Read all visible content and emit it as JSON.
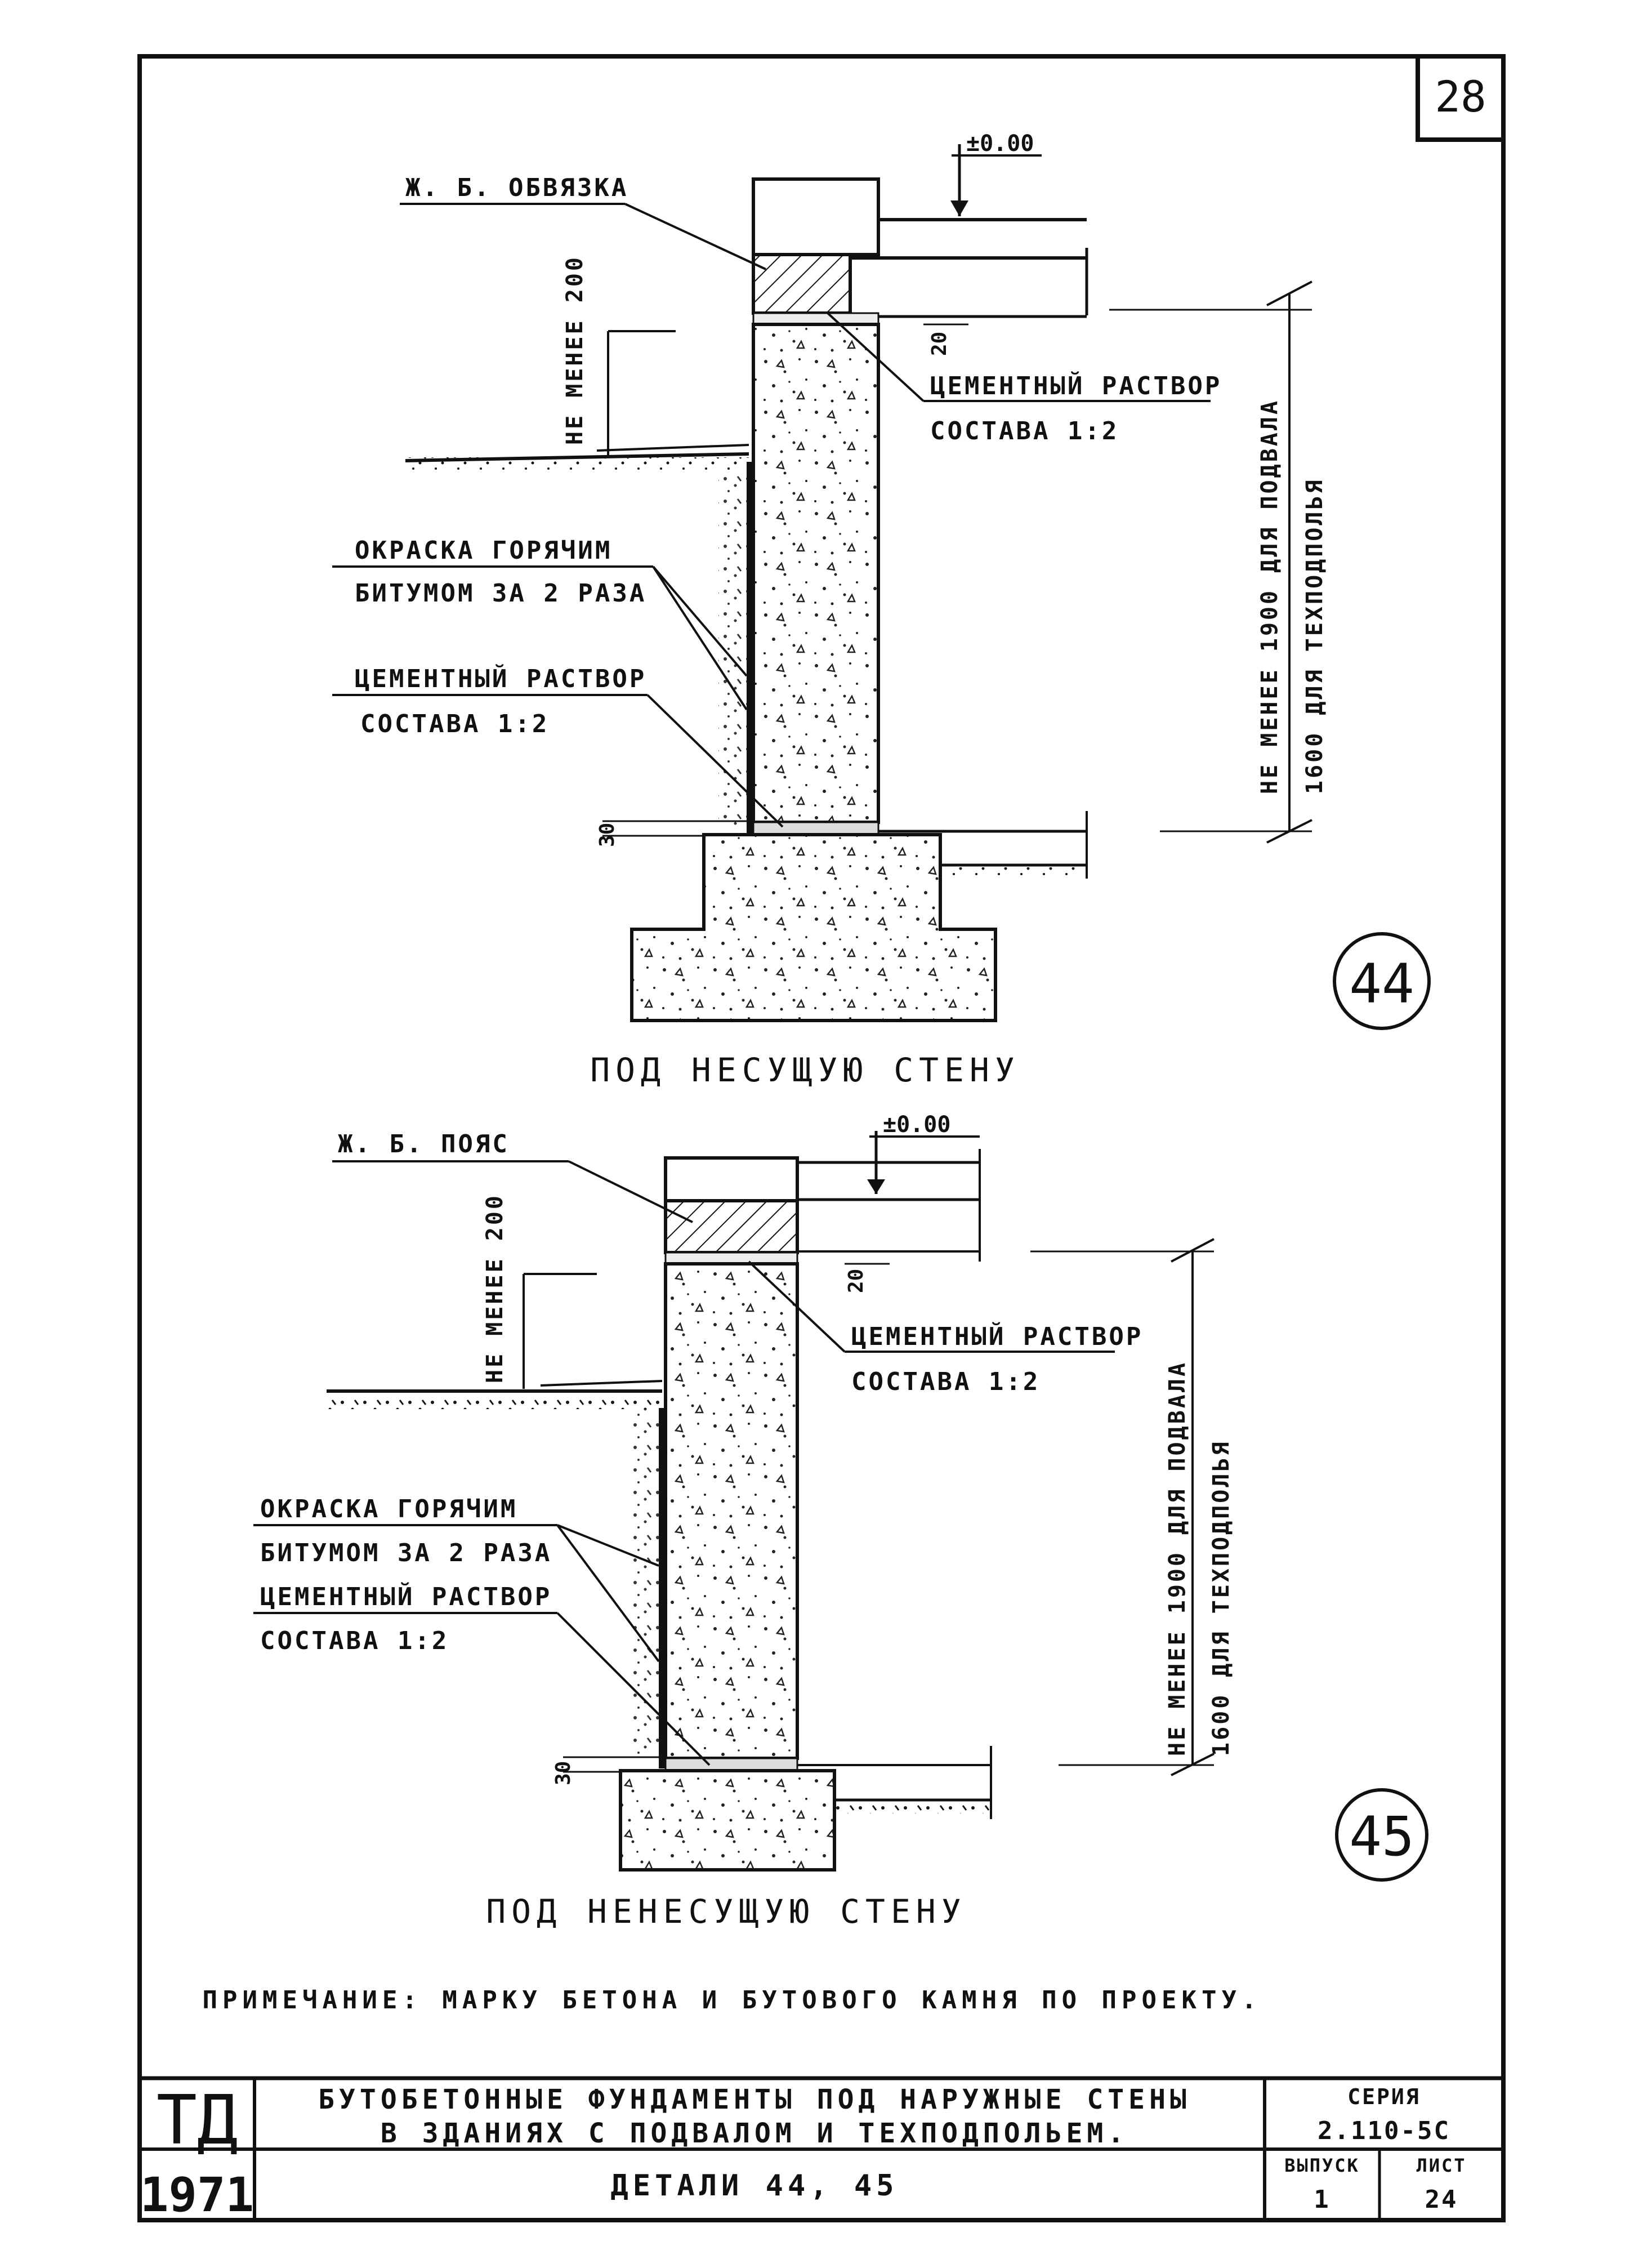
{
  "sheet_number": "28",
  "detail_44": {
    "number": "44",
    "level_mark": "±0.00",
    "label_tie_beam": "Ж. Б. ОБВЯЗКА",
    "dim_min_200": "НЕ МЕНЕЕ 200",
    "dim_20": "20",
    "mortar_top_line1": "ЦЕМЕНТНЫЙ РАСТВОР",
    "mortar_top_line2": "СОСТАВА 1:2",
    "paint_line1": "ОКРАСКА ГОРЯЧИМ",
    "paint_line2": "БИТУМОМ ЗА 2 РАЗА",
    "mortar_bottom_line1": "ЦЕМЕНТНЫЙ РАСТВОР",
    "mortar_bottom_line2": "СОСТАВА 1:2",
    "dim_30": "30",
    "height_line1": "НЕ МЕНЕЕ 1900 ДЛЯ ПОДВАЛА",
    "height_line2": "1600 ДЛЯ ТЕХПОДПОЛЬЯ",
    "caption": "ПОД НЕСУЩУЮ СТЕНУ"
  },
  "detail_45": {
    "number": "45",
    "level_mark": "±0.00",
    "label_belt": "Ж. Б. ПОЯС",
    "dim_min_200": "НЕ МЕНЕЕ 200",
    "dim_20": "20",
    "mortar_top_line1": "ЦЕМЕНТНЫЙ РАСТВОР",
    "mortar_top_line2": "СОСТАВА 1:2",
    "paint_line1": "ОКРАСКА ГОРЯЧИМ",
    "paint_line2": "БИТУМОМ ЗА 2 РАЗА",
    "mortar_bottom_line1": "ЦЕМЕНТНЫЙ РАСТВОР",
    "mortar_bottom_line2": "СОСТАВА 1:2",
    "dim_30": "30",
    "height_line1": "НЕ МЕНЕЕ 1900 ДЛЯ ПОДВАЛА",
    "height_line2": "1600 ДЛЯ ТЕХПОДПОЛЬЯ",
    "caption": "ПОД НЕНЕСУЩУЮ СТЕНУ"
  },
  "note": "ПРИМЕЧАНИЕ: МАРКУ БЕТОНА И БУТОВОГО КАМНЯ ПО ПРОЕКТУ.",
  "title_block": {
    "org": "ТД",
    "year": "1971",
    "title_line1": "БУТОБЕТОННЫЕ ФУНДАМЕНТЫ ПОД НАРУЖНЫЕ СТЕНЫ",
    "title_line2": "В ЗДАНИЯХ С ПОДВАЛОМ И ТЕХПОДПОЛЬЕМ.",
    "details": "ДЕТАЛИ 44, 45",
    "series_label": "СЕРИЯ",
    "series_value": "2.110-5С",
    "issue_label": "ВЫПУСК",
    "issue_value": "1",
    "sheet_label": "ЛИСТ",
    "sheet_value": "24"
  }
}
